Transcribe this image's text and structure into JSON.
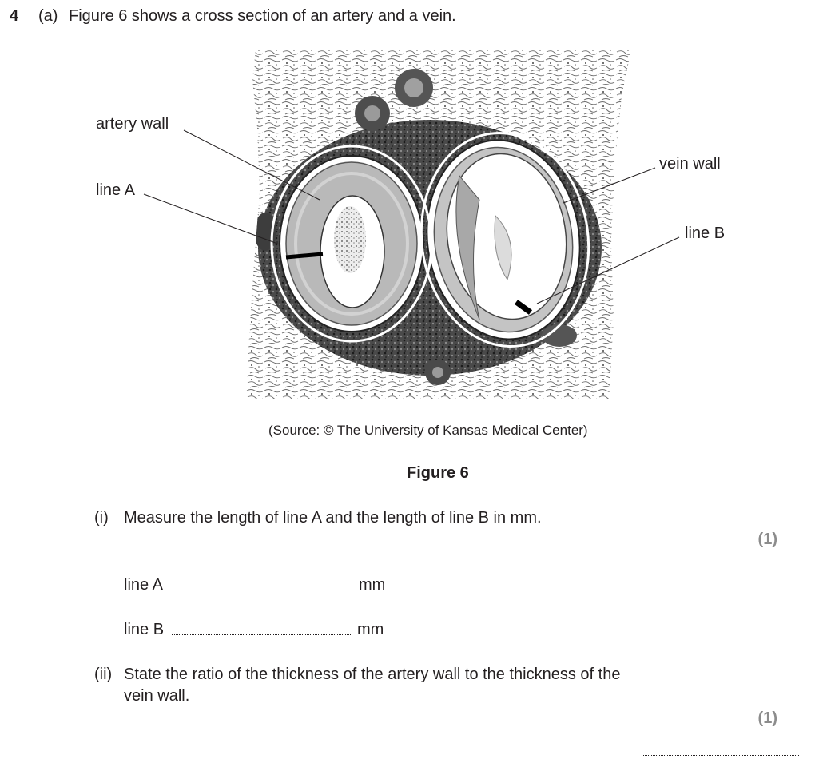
{
  "question": {
    "number": "4",
    "part": "(a)",
    "intro": "Figure 6 shows a cross section of an artery and a vein."
  },
  "figure": {
    "labels": {
      "artery_wall": "artery wall",
      "line_a": "line A",
      "vein_wall": "vein wall",
      "line_b": "line B"
    },
    "source": "(Source:  © The University of Kansas Medical Center)",
    "caption": "Figure 6"
  },
  "sub_i": {
    "number": "(i)",
    "text": "Measure the length of line A and the length of line B in mm.",
    "marks": "(1)",
    "answers": [
      {
        "label": "line A",
        "unit": "mm"
      },
      {
        "label": "line B",
        "unit": "mm"
      }
    ]
  },
  "sub_ii": {
    "number": "(ii)",
    "text_line1": "State the ratio of the thickness of the artery wall to the thickness of the",
    "text_line2": "vein wall.",
    "marks": "(1)"
  }
}
